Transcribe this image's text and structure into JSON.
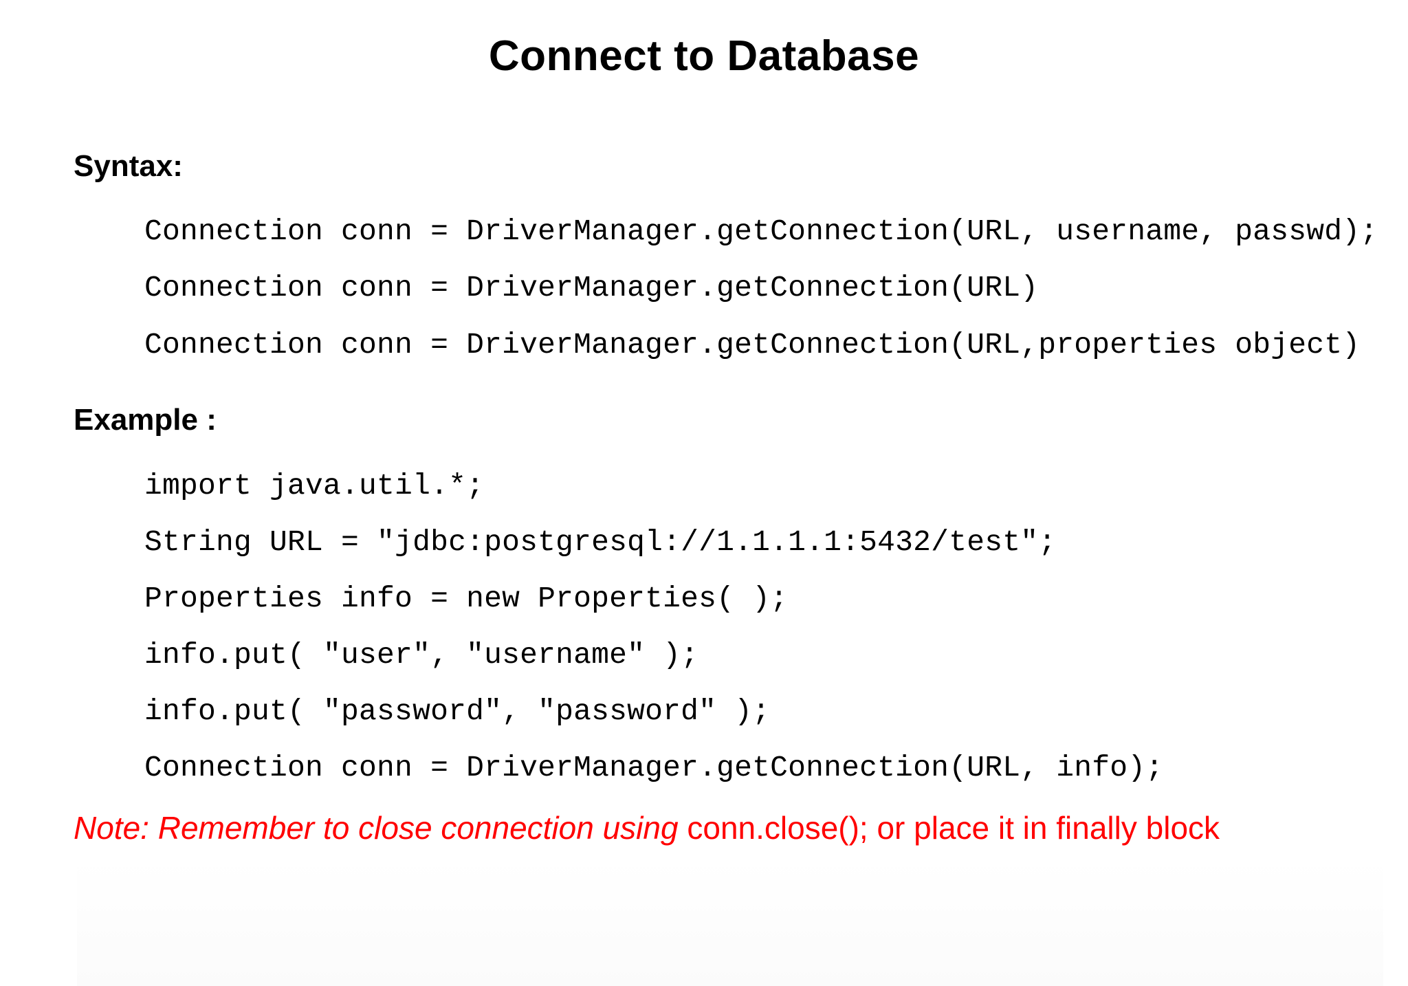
{
  "title": "Connect to Database",
  "syntax": {
    "heading": "Syntax:",
    "lines": [
      "Connection conn = DriverManager.getConnection(URL, username, passwd);",
      "Connection conn = DriverManager.getConnection(URL)",
      "Connection conn = DriverManager.getConnection(URL,properties object)"
    ]
  },
  "example": {
    "heading": "Example :",
    "lines": [
      "import java.util.*;",
      "String URL = \"jdbc:postgresql://1.1.1.1:5432/test\";",
      "Properties info = new Properties( );",
      "info.put( \"user\", \"username\" );",
      "info.put( \"password\", \"password\" );",
      "Connection conn = DriverManager.getConnection(URL, info);"
    ]
  },
  "note": {
    "italic_part": "Note: Remember to close connection using ",
    "regular_part": "conn.close(); or place it in finally block",
    "color": "#ff0000"
  }
}
